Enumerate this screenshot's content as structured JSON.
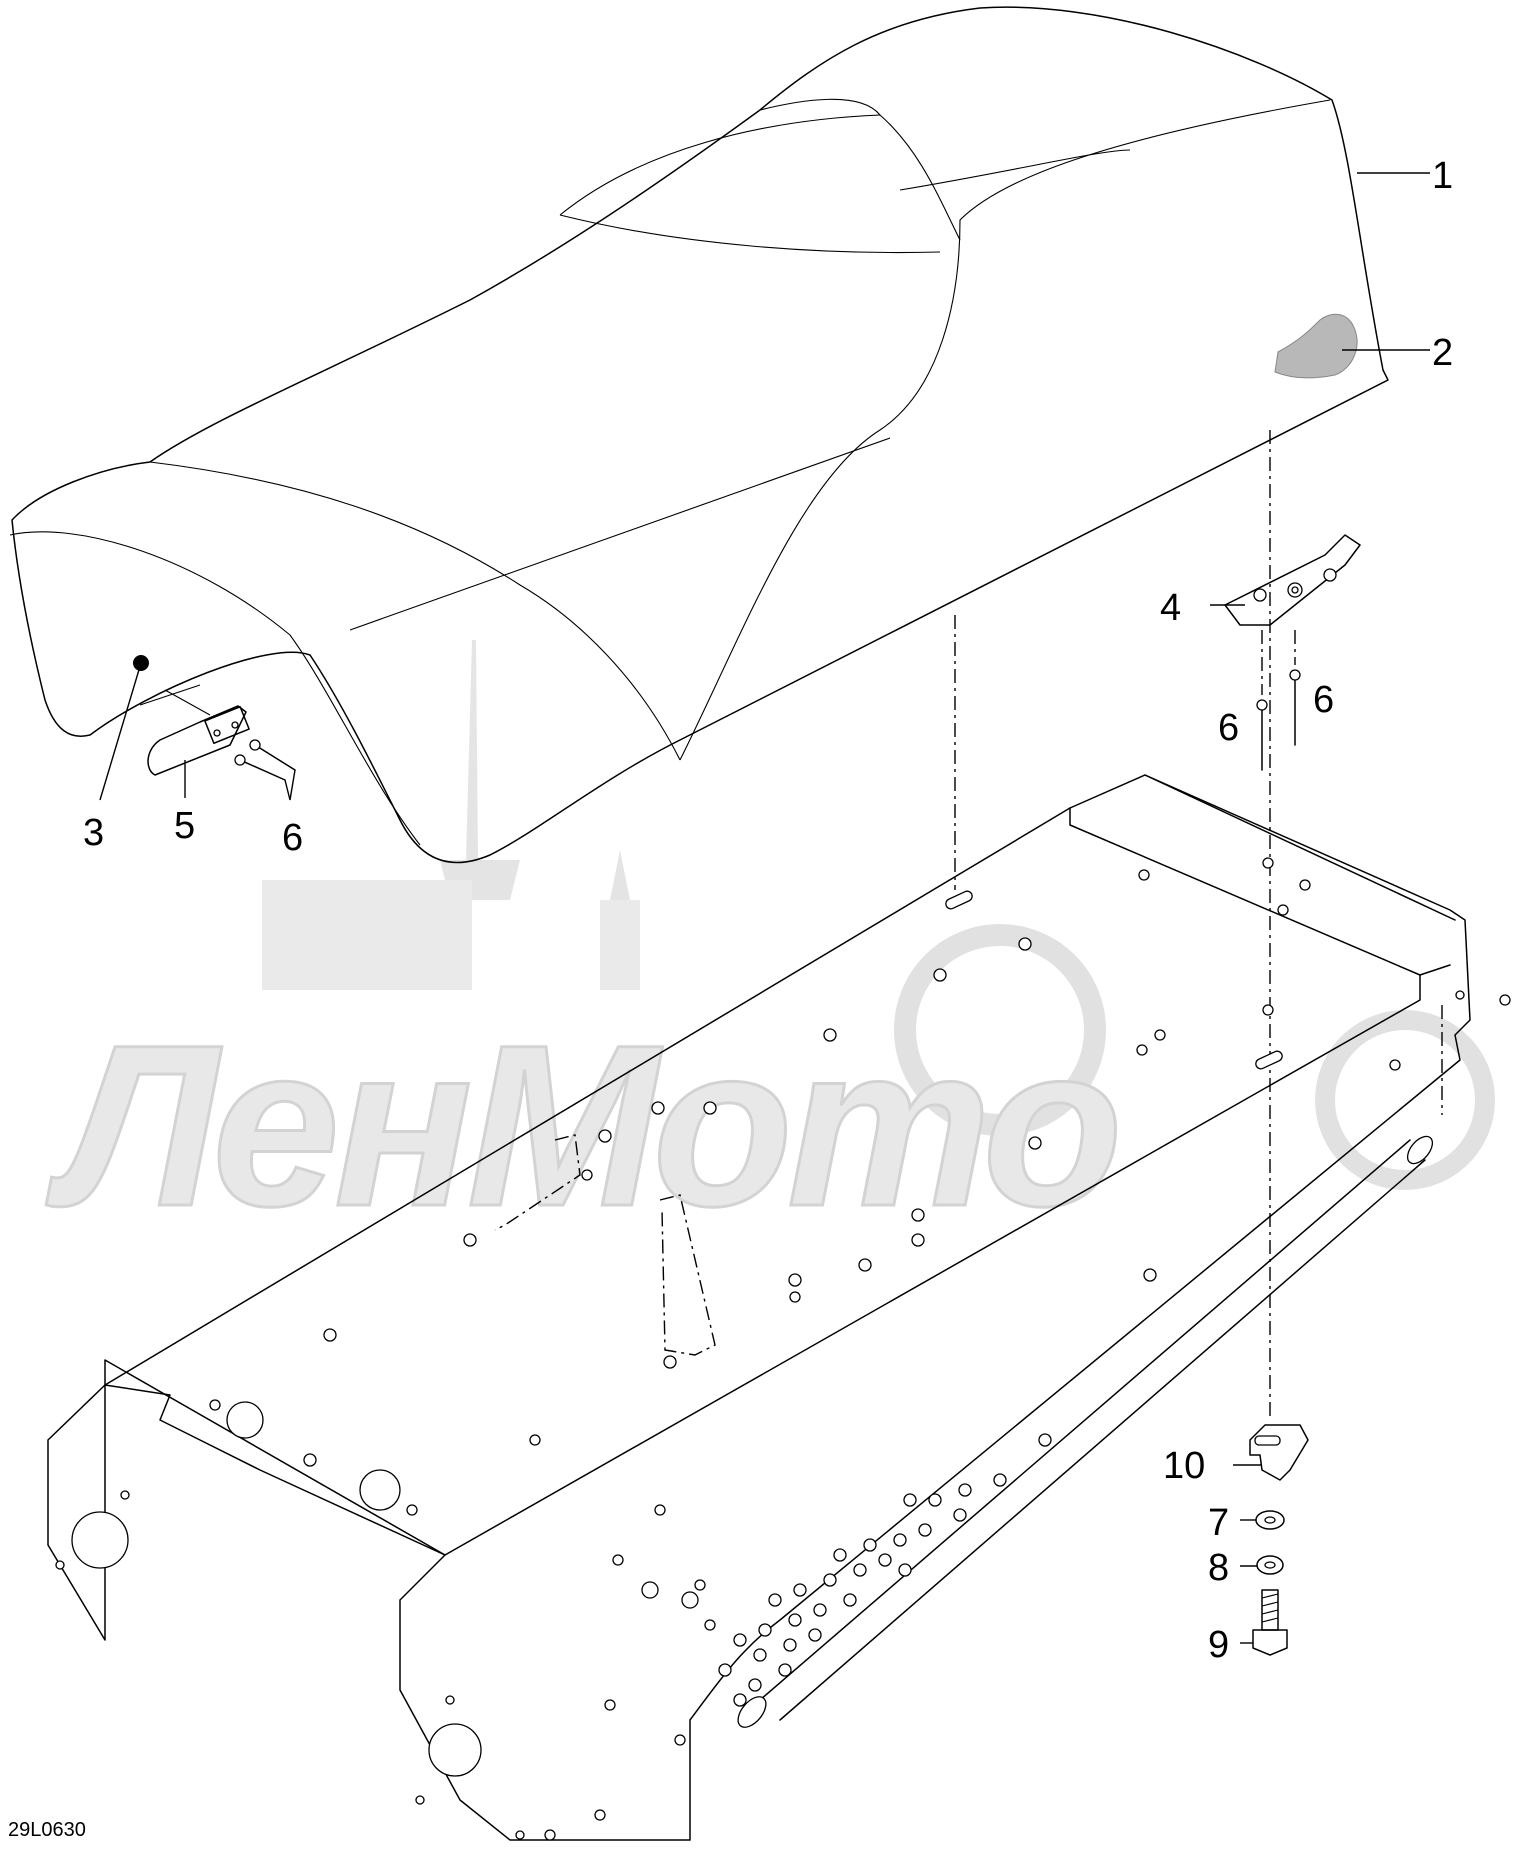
{
  "diagram": {
    "figure_code": "29L0630",
    "watermark": "ЛенМото",
    "callouts": [
      {
        "id": "c1",
        "label": "1"
      },
      {
        "id": "c2",
        "label": "2"
      },
      {
        "id": "c3",
        "label": "3"
      },
      {
        "id": "c4",
        "label": "4"
      },
      {
        "id": "c5",
        "label": "5"
      },
      {
        "id": "c6a",
        "label": "6"
      },
      {
        "id": "c6b",
        "label": "6"
      },
      {
        "id": "c6c",
        "label": "6"
      },
      {
        "id": "c7",
        "label": "7"
      },
      {
        "id": "c8",
        "label": "8"
      },
      {
        "id": "c9",
        "label": "9"
      },
      {
        "id": "c10",
        "label": "10"
      }
    ]
  }
}
